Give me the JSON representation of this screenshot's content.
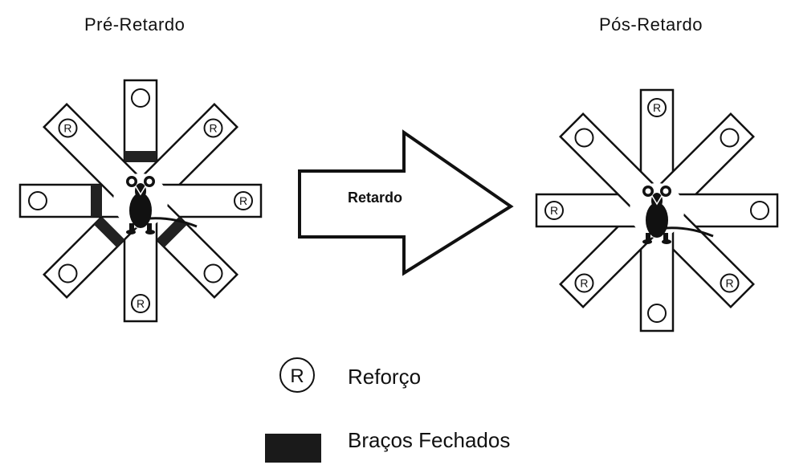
{
  "titles": {
    "pre": "Pré-Retardo",
    "post": "Pós-Retardo"
  },
  "arrow": {
    "label": "Retardo"
  },
  "markers": {
    "reward_letter": "R"
  },
  "legend": {
    "reinforcement_letter": "R",
    "reinforcement_label": "Reforço",
    "closed_label": "Braços Fechados"
  },
  "maze_pre": {
    "arms": [
      {
        "direction": "N",
        "reward": false,
        "closed": true
      },
      {
        "direction": "NE",
        "reward": true,
        "closed": false
      },
      {
        "direction": "E",
        "reward": true,
        "closed": false
      },
      {
        "direction": "SE",
        "reward": false,
        "closed": true
      },
      {
        "direction": "S",
        "reward": true,
        "closed": false
      },
      {
        "direction": "SW",
        "reward": false,
        "closed": true
      },
      {
        "direction": "W",
        "reward": false,
        "closed": true
      },
      {
        "direction": "NW",
        "reward": true,
        "closed": false
      }
    ]
  },
  "maze_post": {
    "arms": [
      {
        "direction": "N",
        "reward": true,
        "closed": false
      },
      {
        "direction": "NE",
        "reward": false,
        "closed": false
      },
      {
        "direction": "E",
        "reward": false,
        "closed": false
      },
      {
        "direction": "SE",
        "reward": true,
        "closed": false
      },
      {
        "direction": "S",
        "reward": false,
        "closed": false
      },
      {
        "direction": "SW",
        "reward": true,
        "closed": false
      },
      {
        "direction": "W",
        "reward": true,
        "closed": false
      },
      {
        "direction": "NW",
        "reward": false,
        "closed": false
      }
    ]
  },
  "colors": {
    "ink": "#111111",
    "closed_fill": "#222222",
    "background": "#ffffff"
  }
}
